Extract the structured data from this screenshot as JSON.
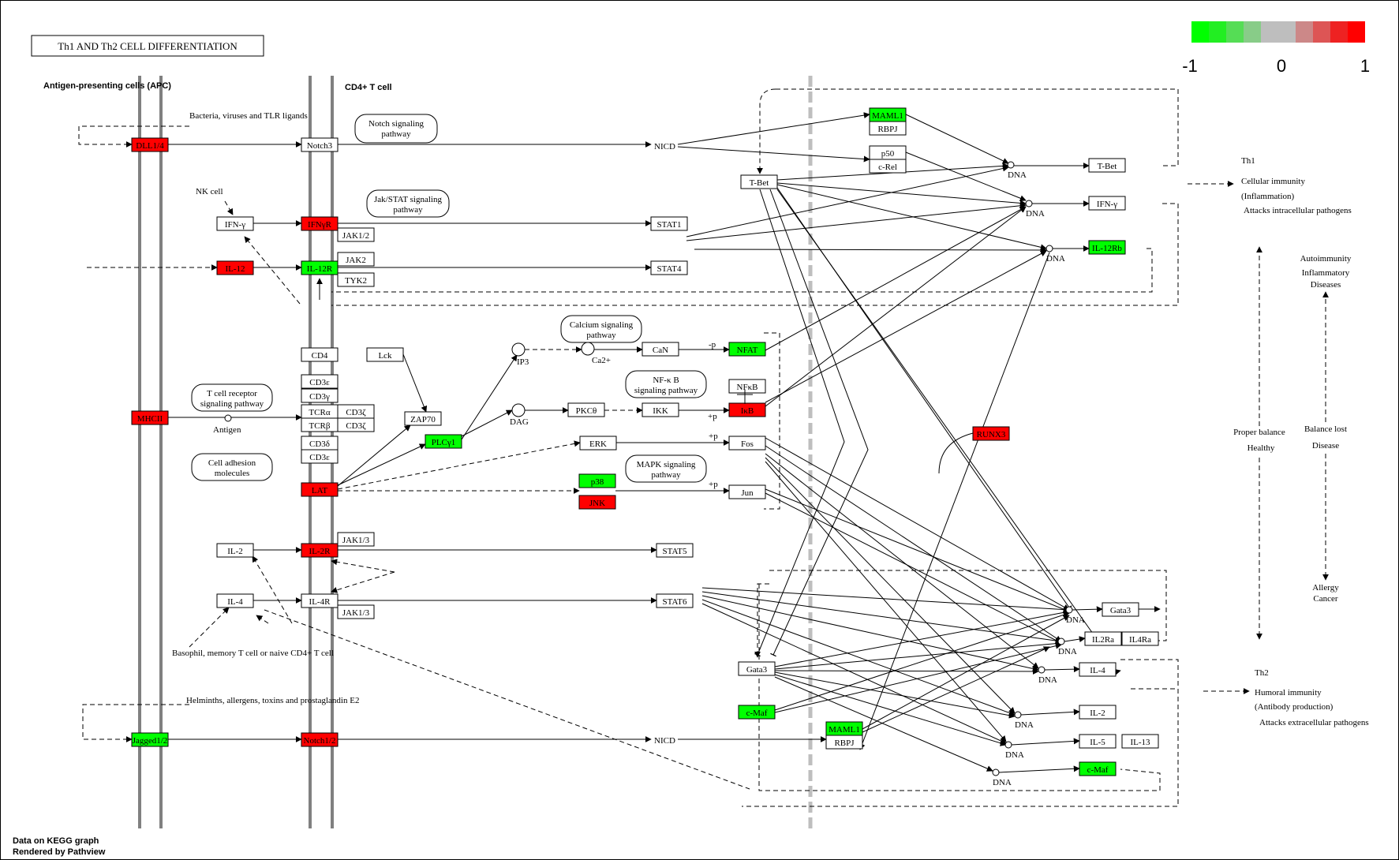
{
  "title": "Th1 AND Th2 CELL DIFFERENTIATION",
  "compartments": {
    "apc": "Antigen-presenting cells (APC)",
    "cd4": "CD4+ T cell"
  },
  "colors": {
    "up": "#ff0000",
    "down": "#00ff00",
    "neutral": "#ffffff",
    "line": "#808080"
  },
  "legend": {
    "colors": [
      "#00ff00",
      "#22ee22",
      "#55dd55",
      "#88cc88",
      "#bebebe",
      "#bebebe",
      "#cc8888",
      "#dd5555",
      "#ee2222",
      "#ff0000"
    ],
    "ticks": [
      "-1",
      "0",
      "1"
    ]
  },
  "nodes": [
    {
      "id": "dll",
      "label": "DLL1/4",
      "color": "up"
    },
    {
      "id": "notch3",
      "label": "Notch3",
      "color": "neutral"
    },
    {
      "id": "ifng_apc",
      "label": "IFN-γ",
      "color": "neutral"
    },
    {
      "id": "ifngr",
      "label": "IFNγR",
      "color": "up"
    },
    {
      "id": "jak12",
      "label": "JAK1/2",
      "color": "neutral"
    },
    {
      "id": "il12",
      "label": "IL-12",
      "color": "up"
    },
    {
      "id": "il12r",
      "label": "IL-12R",
      "color": "down"
    },
    {
      "id": "jak2",
      "label": "JAK2",
      "color": "neutral"
    },
    {
      "id": "tyk2",
      "label": "TYK2",
      "color": "neutral"
    },
    {
      "id": "stat1",
      "label": "STAT1",
      "color": "neutral"
    },
    {
      "id": "stat4",
      "label": "STAT4",
      "color": "neutral"
    },
    {
      "id": "cd4",
      "label": "CD4",
      "color": "neutral"
    },
    {
      "id": "lck",
      "label": "Lck",
      "color": "neutral"
    },
    {
      "id": "cd3e1",
      "label": "CD3ε",
      "color": "neutral"
    },
    {
      "id": "cd3g",
      "label": "CD3γ",
      "color": "neutral"
    },
    {
      "id": "tcra",
      "label": "TCRα",
      "color": "neutral"
    },
    {
      "id": "cd3z1",
      "label": "CD3ζ",
      "color": "neutral"
    },
    {
      "id": "tcrb",
      "label": "TCRβ",
      "color": "neutral"
    },
    {
      "id": "cd3z2",
      "label": "CD3ζ",
      "color": "neutral"
    },
    {
      "id": "cd3d",
      "label": "CD3δ",
      "color": "neutral"
    },
    {
      "id": "cd3e2",
      "label": "CD3ε",
      "color": "neutral"
    },
    {
      "id": "mhcii",
      "label": "MHCII",
      "color": "up"
    },
    {
      "id": "zap70",
      "label": "ZAP70",
      "color": "neutral"
    },
    {
      "id": "plcg1",
      "label": "PLCγ1",
      "color": "down"
    },
    {
      "id": "lat",
      "label": "LAT",
      "color": "up"
    },
    {
      "id": "can",
      "label": "CaN",
      "color": "neutral"
    },
    {
      "id": "nfat",
      "label": "NFAT",
      "color": "down"
    },
    {
      "id": "pkct",
      "label": "PKCθ",
      "color": "neutral"
    },
    {
      "id": "ikk",
      "label": "IKK",
      "color": "neutral"
    },
    {
      "id": "nfkb",
      "label": "NFκB",
      "color": "neutral"
    },
    {
      "id": "ikb",
      "label": "IκB",
      "color": "up"
    },
    {
      "id": "erk",
      "label": "ERK",
      "color": "neutral"
    },
    {
      "id": "fos",
      "label": "Fos",
      "color": "neutral"
    },
    {
      "id": "p38",
      "label": "p38",
      "color": "down"
    },
    {
      "id": "jnk",
      "label": "JNK",
      "color": "up"
    },
    {
      "id": "jun",
      "label": "Jun",
      "color": "neutral"
    },
    {
      "id": "il2",
      "label": "IL-2",
      "color": "neutral"
    },
    {
      "id": "il2r",
      "label": "IL-2R",
      "color": "up"
    },
    {
      "id": "jak13a",
      "label": "JAK1/3",
      "color": "neutral"
    },
    {
      "id": "stat5",
      "label": "STAT5",
      "color": "neutral"
    },
    {
      "id": "il4",
      "label": "IL-4",
      "color": "neutral"
    },
    {
      "id": "il4r",
      "label": "IL-4R",
      "color": "neutral"
    },
    {
      "id": "jak13b",
      "label": "JAK1/3",
      "color": "neutral"
    },
    {
      "id": "stat6",
      "label": "STAT6",
      "color": "neutral"
    },
    {
      "id": "jagged",
      "label": "Jagged1/2",
      "color": "down"
    },
    {
      "id": "notch12",
      "label": "Notch1/2",
      "color": "up"
    },
    {
      "id": "maml1a",
      "label": "MAML1",
      "color": "down"
    },
    {
      "id": "rbpja",
      "label": "RBPJ",
      "color": "neutral"
    },
    {
      "id": "p50",
      "label": "p50",
      "color": "neutral"
    },
    {
      "id": "crel",
      "label": "c-Rel",
      "color": "neutral"
    },
    {
      "id": "tbet1",
      "label": "T-Bet",
      "color": "neutral"
    },
    {
      "id": "tbet2",
      "label": "T-Bet",
      "color": "neutral"
    },
    {
      "id": "ifng2",
      "label": "IFN-γ",
      "color": "neutral"
    },
    {
      "id": "il12rb",
      "label": "IL-12Rb",
      "color": "down"
    },
    {
      "id": "runx3",
      "label": "RUNX3",
      "color": "up"
    },
    {
      "id": "gata3a",
      "label": "Gata3",
      "color": "neutral"
    },
    {
      "id": "gata3b",
      "label": "Gata3",
      "color": "neutral"
    },
    {
      "id": "il2ra",
      "label": "IL2Ra",
      "color": "neutral"
    },
    {
      "id": "il4ra",
      "label": "IL4Ra",
      "color": "neutral"
    },
    {
      "id": "il4b",
      "label": "IL-4",
      "color": "neutral"
    },
    {
      "id": "il2b",
      "label": "IL-2",
      "color": "neutral"
    },
    {
      "id": "il5",
      "label": "IL-5",
      "color": "neutral"
    },
    {
      "id": "il13",
      "label": "IL-13",
      "color": "neutral"
    },
    {
      "id": "cmaf1",
      "label": "c-Maf",
      "color": "down"
    },
    {
      "id": "cmaf2",
      "label": "c-Maf",
      "color": "down"
    },
    {
      "id": "maml1b",
      "label": "MAML1",
      "color": "down"
    },
    {
      "id": "rbpjb",
      "label": "RBPJ",
      "color": "neutral"
    }
  ],
  "pathways": [
    {
      "id": "notch",
      "label": "Notch signaling pathway"
    },
    {
      "id": "jakstat",
      "label": "Jak/STAT signaling pathway"
    },
    {
      "id": "calcium",
      "label": "Calcium signaling pathway"
    },
    {
      "id": "nfkbpw",
      "label": "NF-κ B signaling pathway"
    },
    {
      "id": "tcr",
      "label": "T cell receptor signaling pathway"
    },
    {
      "id": "adhesion",
      "label": "Cell adhesion molecules"
    },
    {
      "id": "mapk",
      "label": "MAPK signaling pathway"
    }
  ],
  "labels": {
    "bacteria": "Bacteria, viruses and TLR ligands",
    "nkcell": "NK cell",
    "antigen": "Antigen",
    "basophil": "Basophil, memory T cell or naive CD4+ T cell",
    "helminths": "Helminths, allergens, toxins and prostaglandin E2",
    "nicd1": "NICD",
    "nicd2": "NICD",
    "ip3": "IP3",
    "dag": "DAG",
    "ca": "Ca2+",
    "p": "+p",
    "minus_p": "-p",
    "dna": "DNA"
  },
  "side": {
    "th1": "Th1",
    "th1_lines": [
      "Cellular immunity",
      "(Inflammation)",
      "Attacks intracellular pathogens"
    ],
    "auto": [
      "Autoimmunity",
      "Inflammatory",
      "Diseases"
    ],
    "proper": [
      "Proper balance",
      "Healthy"
    ],
    "lost": [
      "Balance lost",
      "Disease"
    ],
    "allergy": [
      "Allergy",
      "Cancer"
    ],
    "th2": "Th2",
    "th2_lines": [
      "Humoral immunity",
      "(Antibody production)",
      "Attacks extracellular pathogens"
    ]
  },
  "footer": [
    "Data on KEGG graph",
    "Rendered by Pathview"
  ]
}
